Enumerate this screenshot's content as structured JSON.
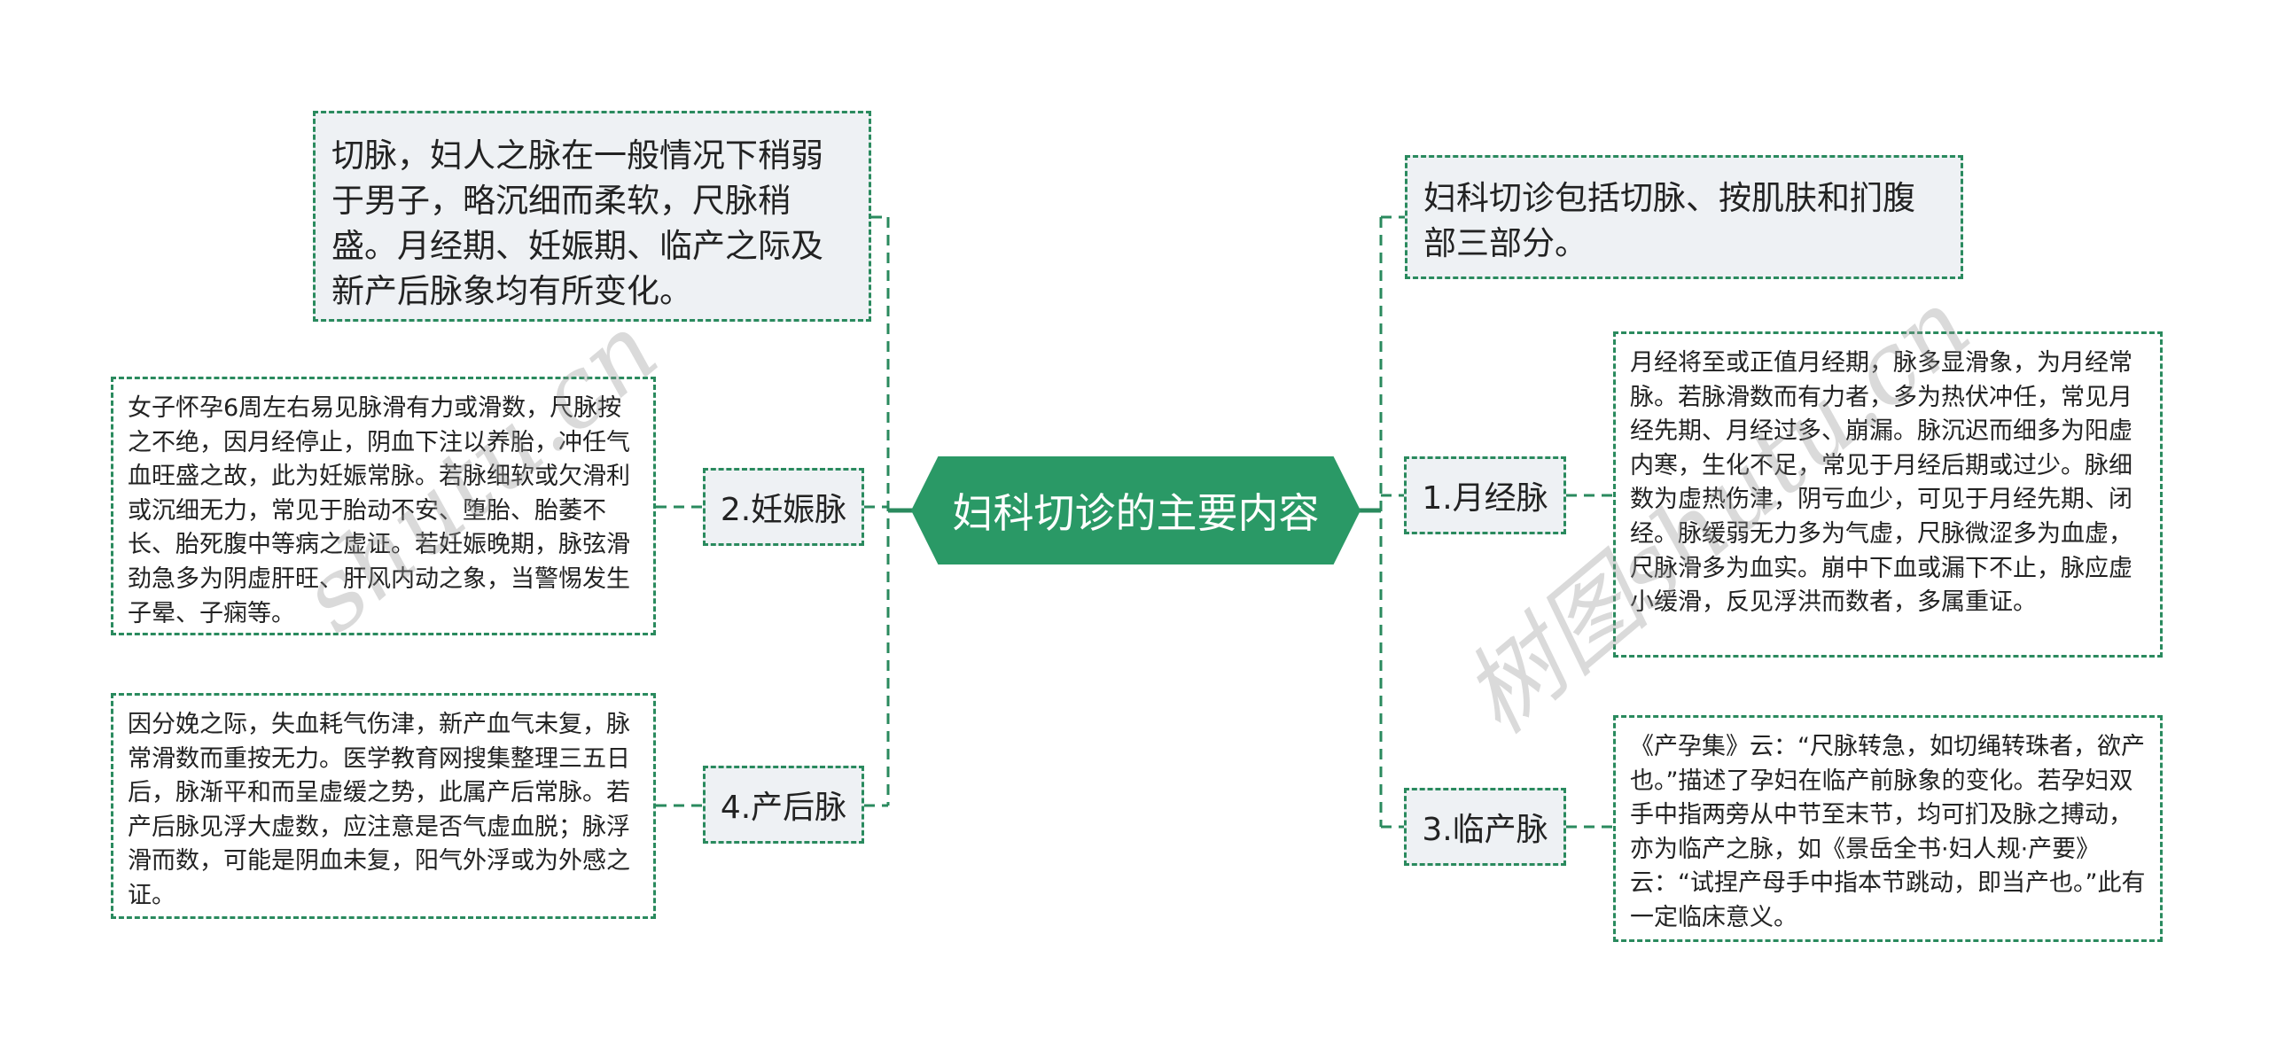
{
  "diagram": {
    "type": "mind-map",
    "central_topic": "妇科切诊的主要内容",
    "colors": {
      "central_fill": "#2a9966",
      "central_text": "#ffffff",
      "connector": "#2a8a5e",
      "topic_fill": "#eef1f4",
      "note_fill": "#ffffff"
    },
    "right_branches": [
      {
        "label": null,
        "note": "妇科切诊包括切脉、按肌肤和扪腹部三部分。"
      },
      {
        "label": "1.月经脉",
        "note": "月经将至或正值月经期，脉多显滑象，为月经常脉。若脉滑数而有力者，多为热伏冲任，常见月经先期、月经过多、崩漏。脉沉迟而细多为阳虚内寒，生化不足，常见于月经后期或过少。脉细数为虚热伤津，阴亏血少，可见于月经先期、闭经。脉缓弱无力多为气虚，尺脉微涩多为血虚，尺脉滑多为血实。崩中下血或漏下不止，脉应虚小缓滑，反见浮洪而数者，多属重证。"
      },
      {
        "label": "3.临产脉",
        "note": "《产孕集》云：“尺脉转急，如切绳转珠者，欲产也。”描述了孕妇在临产前脉象的变化。若孕妇双手中指两旁从中节至末节，均可扪及脉之搏动，亦为临产之脉，如《景岳全书·妇人规·产要》云：“试捏产母手中指本节跳动，即当产也。”此有一定临床意义。"
      }
    ],
    "left_branches": [
      {
        "label": null,
        "note": "切脉，妇人之脉在一般情况下稍弱于男子，略沉细而柔软，尺脉稍盛。月经期、妊娠期、临产之际及新产后脉象均有所变化。"
      },
      {
        "label": "2.妊娠脉",
        "note": "女子怀孕6周左右易见脉滑有力或滑数，尺脉按之不绝，因月经停止，阴血下注以养胎，冲任气血旺盛之故，此为妊娠常脉。若脉细软或欠滑利或沉细无力，常见于胎动不安、堕胎、胎萎不长、胎死腹中等病之虚证。若妊娠晚期，脉弦滑劲急多为阴虚肝旺、肝风内动之象，当警惕发生子晕、子痫等。"
      },
      {
        "label": "4.产后脉",
        "note": "因分娩之际，失血耗气伤津，新产血气未复，脉常滑数而重按无力。医学教育网搜集整理三五日后，脉渐平和而呈虚缓之势，此属产后常脉。若产后脉见浮大虚数，应注意是否气虚血脱；脉浮滑而数，可能是阴血未复，阳气外浮或为外感之证。"
      }
    ],
    "watermarks": [
      "shutu.cn",
      "树图shutu.cn"
    ]
  }
}
